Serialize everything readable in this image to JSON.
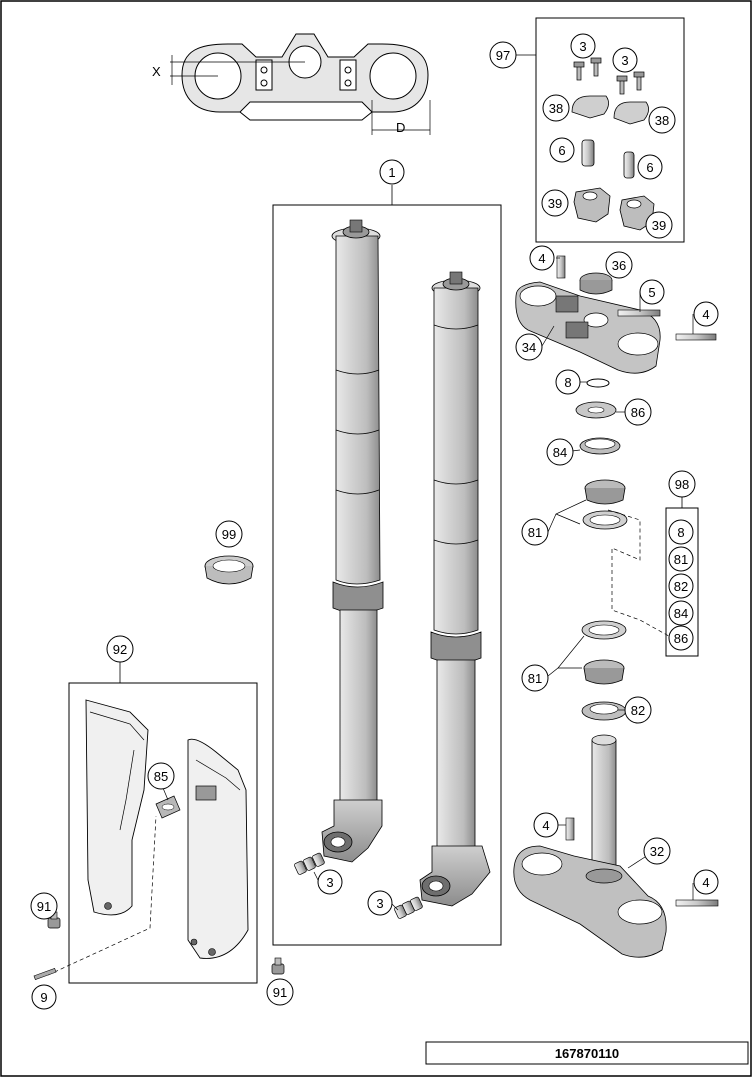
{
  "diagram_id": "167870110",
  "dimension_labels": {
    "x": "X",
    "d": "D"
  },
  "callouts": {
    "c1": "1",
    "c97": "97",
    "c3a": "3",
    "c3b": "3",
    "c38a": "38",
    "c38b": "38",
    "c6a": "6",
    "c6b": "6",
    "c39a": "39",
    "c39b": "39",
    "c4a": "4",
    "c36": "36",
    "c5": "5",
    "c4b": "4",
    "c34": "34",
    "c8": "8",
    "c86": "86",
    "c84": "84",
    "c98": "98",
    "k8": "8",
    "k81": "81",
    "k82": "82",
    "k84": "84",
    "k86": "86",
    "c81a": "81",
    "c81b": "81",
    "c82": "82",
    "c99": "99",
    "c92": "92",
    "c85": "85",
    "c91a": "91",
    "c9": "9",
    "c91b": "91",
    "c3c": "3",
    "c3d": "3",
    "c4c": "4",
    "c32": "32",
    "c4d": "4"
  }
}
